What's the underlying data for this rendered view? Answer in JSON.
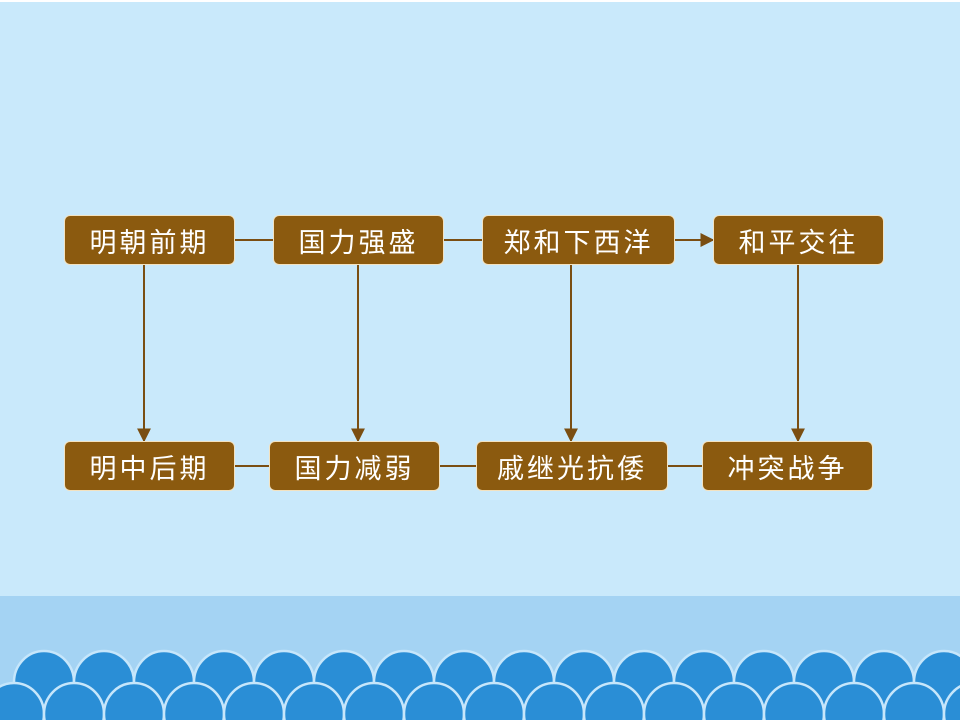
{
  "colors": {
    "background": "#c9e9fb",
    "band": "#a4d3f3",
    "wave": "#2a8ed6",
    "node_fill": "#8b5a0f",
    "node_border": "#f3e2c0",
    "node_text": "#ffffff",
    "connector": "#7a4e12"
  },
  "diagram": {
    "top_row": [
      {
        "id": "early-ming",
        "label": "明朝前期"
      },
      {
        "id": "national-power-strong",
        "label": "国力强盛"
      },
      {
        "id": "zheng-he-voyages",
        "label": "郑和下西洋"
      },
      {
        "id": "peaceful-exchange",
        "label": "和平交往"
      }
    ],
    "bottom_row": [
      {
        "id": "mid-late-ming",
        "label": "明中后期"
      },
      {
        "id": "national-power-weak",
        "label": "国力减弱"
      },
      {
        "id": "qi-jiguang",
        "label": "戚继光抗倭"
      },
      {
        "id": "conflict-war",
        "label": "冲突战争"
      }
    ],
    "edges": [
      {
        "from": "early-ming",
        "to": "national-power-strong",
        "arrow": false
      },
      {
        "from": "national-power-strong",
        "to": "zheng-he-voyages",
        "arrow": false
      },
      {
        "from": "zheng-he-voyages",
        "to": "peaceful-exchange",
        "arrow": true
      },
      {
        "from": "mid-late-ming",
        "to": "national-power-weak",
        "arrow": false
      },
      {
        "from": "national-power-weak",
        "to": "qi-jiguang",
        "arrow": false
      },
      {
        "from": "qi-jiguang",
        "to": "conflict-war",
        "arrow": false
      },
      {
        "from": "early-ming",
        "to": "mid-late-ming",
        "arrow": true
      },
      {
        "from": "national-power-strong",
        "to": "national-power-weak",
        "arrow": true
      },
      {
        "from": "zheng-he-voyages",
        "to": "qi-jiguang",
        "arrow": true
      },
      {
        "from": "peaceful-exchange",
        "to": "conflict-war",
        "arrow": true
      }
    ]
  }
}
